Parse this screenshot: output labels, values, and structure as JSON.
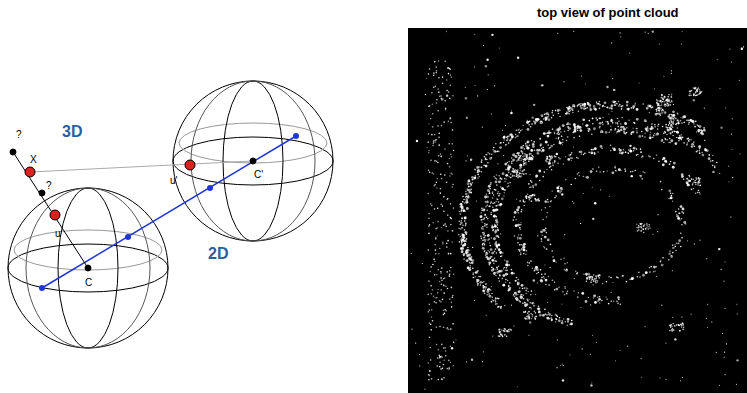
{
  "diagram": {
    "labels": [
      "3D",
      "2D",
      "?",
      "X",
      "?",
      "u",
      "C",
      "u'",
      "C'",
      "top view of point cloud"
    ]
  }
}
